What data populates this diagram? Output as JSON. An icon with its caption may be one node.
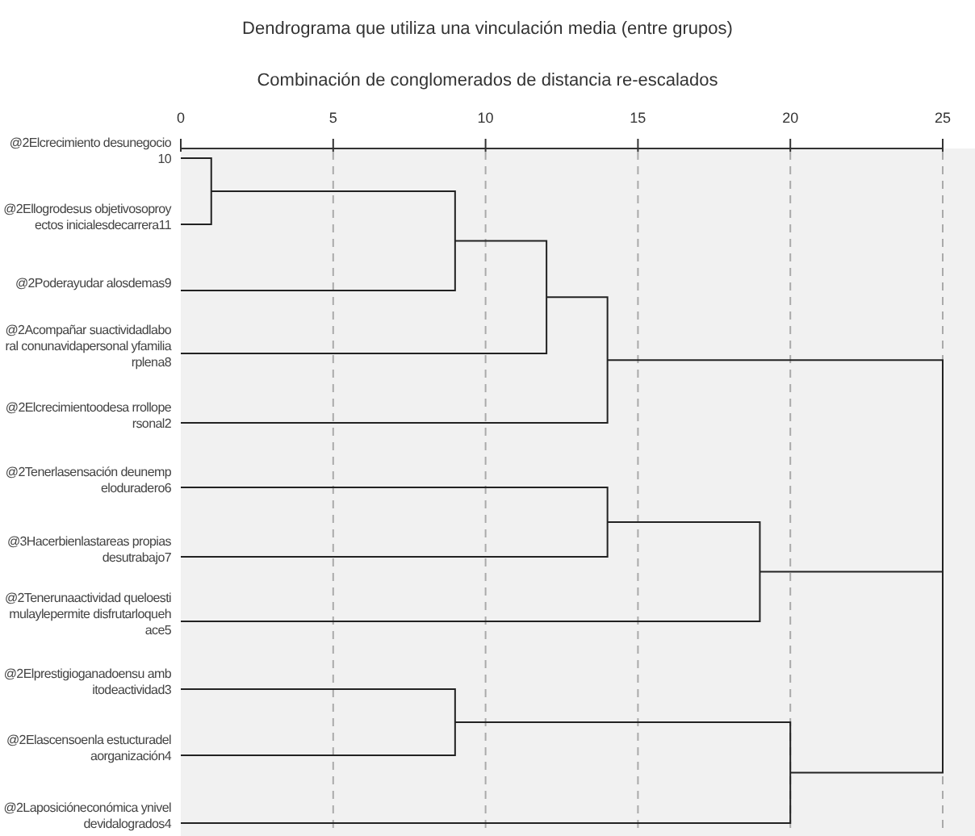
{
  "diagram": {
    "title": "Dendrograma que utiliza una vinculación media (entre grupos)",
    "labels": [
      "Combinación de conglomerados de distancia re-escalados",
      "0",
      "5",
      "10",
      "15",
      "20",
      "25",
      "@2Elcrecimiento desunegocio10",
      "@2Ellogrodesus objetivosoproyectos inicialesdecarrera11",
      "@2Poderayudar alosdemas9",
      "@2Acompañar suactividadlaboral conunavidapersonal yfamiliarplena8",
      "@2Elcrecimientoodesa rrollopersonal2",
      "@2Tenerlasensación deunempeloduradero6",
      "@3Hacerbienlastareas propiasdesutrabajo7",
      "@2Tenerunaactividad queloestimulaylepermite disfrutarloquehace5",
      "@2Elprestigioganadoensu ambitodeactividad3",
      "@2Elascensoenla estucturadelaorganización4",
      "@2Laposicióneconómica yniveldevidalogrados4"
    ]
  }
}
